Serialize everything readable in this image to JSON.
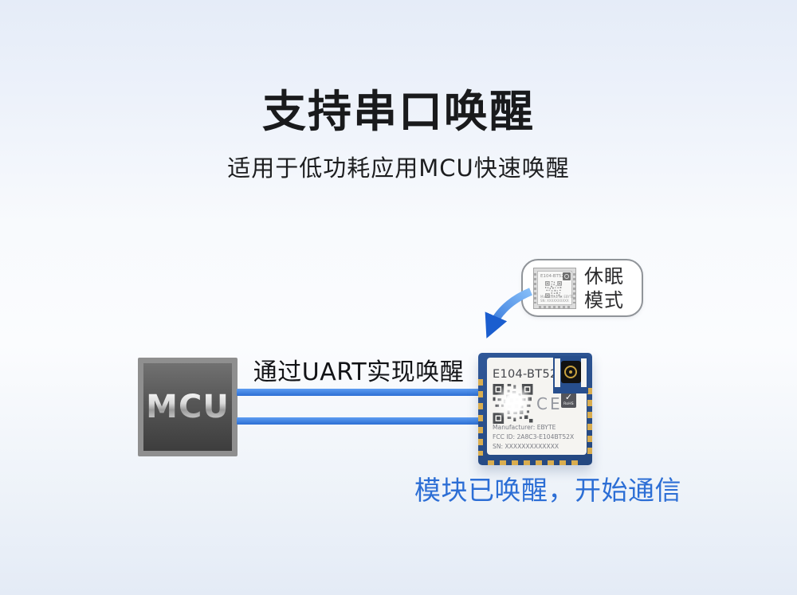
{
  "header": {
    "title": "支持串口唤醒",
    "subtitle": "适用于低功耗应用MCU快速唤醒"
  },
  "sleep_badge": {
    "line1": "休眠",
    "line2": "模式",
    "mini": {
      "name": "E104-BT52X",
      "mfr": "Manufacturer: EBYTE",
      "sn": "SN: XXXXXXXXXX"
    }
  },
  "diagram": {
    "mcu": "MCU",
    "uart_caption": "通过UART实现唤醒",
    "wake_status": "模块已唤醒，开始通信"
  },
  "module": {
    "name": "E104-BT52X",
    "ce": "CE",
    "rohs": "RoHS",
    "manufacturer": "Manufacturer: EBYTE",
    "fcc": "FCC ID: 2A8C3-E104BT52X",
    "sn": "SN: XXXXXXXXXXXXX"
  },
  "icons": {
    "check": "✓"
  },
  "colors": {
    "accent_blue": "#2c6ed5",
    "uart_line_top": "#5d9df1",
    "uart_line_bottom": "#2d6fd4",
    "pcb_blue": "#2a4f8c",
    "pad_gold": "#d9ad4f",
    "bg_top": "#e5ecf8",
    "bg_middle": "#fbfcfe",
    "bg_bottom": "#e4ebf6"
  }
}
